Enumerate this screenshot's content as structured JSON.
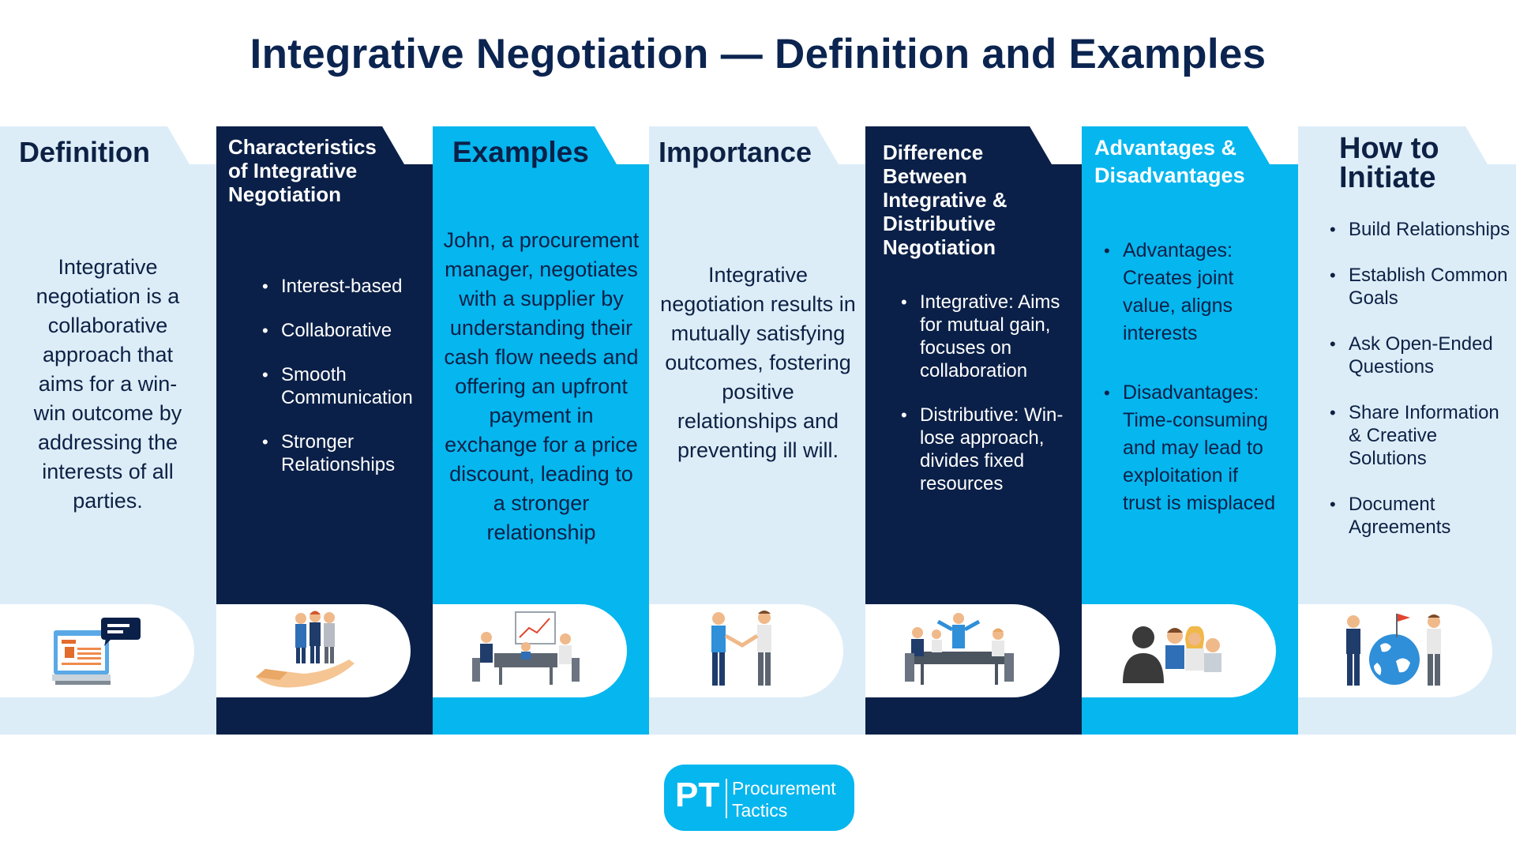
{
  "title": "Integrative Negotiation — Definition and Examples",
  "columns": [
    {
      "heading": "Definition",
      "text": "Integrative negotiation is a collaborative approach that aims for a win-win outcome by addressing the interests of all parties.",
      "icon": "computer-chat-icon"
    },
    {
      "heading": "Characteristics of Integrative Negotiation",
      "bullets": [
        "Interest-based",
        "Collaborative",
        "Smooth Communication",
        "Stronger Relationships"
      ],
      "icon": "team-in-hand-icon"
    },
    {
      "heading": "Examples",
      "text": "John, a procurement manager, negotiates with a supplier by understanding their cash flow needs and offering an upfront payment in exchange for a price discount, leading to a stronger relationship",
      "icon": "meeting-presentation-icon"
    },
    {
      "heading": "Importance",
      "text": "Integrative negotiation results in mutually satisfying outcomes, fostering positive relationships and preventing ill will.",
      "icon": "handshake-icon"
    },
    {
      "heading": "Difference Between Integrative & Distributive Negotiation",
      "bullets": [
        "Integrative: Aims for mutual gain, focuses on collaboration",
        "Distributive: Win-lose approach, divides fixed resources"
      ],
      "icon": "meeting-table-icon"
    },
    {
      "heading": "Advantages & Disadvantages",
      "bullets": [
        "Advantages: Creates joint value, aligns interests",
        "Disadvantages: Time-consuming and may lead to exploitation if trust is misplaced"
      ],
      "icon": "team-group-icon"
    },
    {
      "heading": "How to Initiate",
      "bullets": [
        "Build Relationships",
        "Establish Common Goals",
        "Ask Open-Ended Questions",
        "Share Information & Creative Solutions",
        "Document Agreements"
      ],
      "icon": "globe-handshake-icon"
    }
  ],
  "logo": {
    "initials": "PT",
    "line1": "Procurement",
    "line2": "Tactics"
  },
  "colors": {
    "navy": "#0b2048",
    "cyan": "#06b6ee",
    "light": "#ddedf8"
  }
}
